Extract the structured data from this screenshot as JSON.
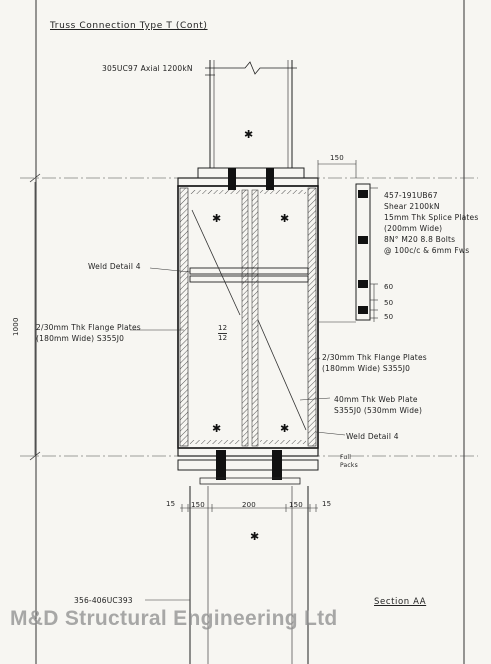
{
  "title": "Truss Connection Type T (Cont)",
  "top_column": "305UC97 Axial 1200kN",
  "bottom_column": "356-406UC393",
  "splice_note": [
    "457-191UB67",
    "Shear 2100kN",
    "15mm Thk Splice Plates",
    "(200mm Wide)",
    "8N° M20 8.8 Bolts",
    "@ 100c/c & 6mm Fws"
  ],
  "weld_detail_left": "Weld Detail 4",
  "weld_detail_right": "Weld Detail 4",
  "left_flange": [
    "2/30mm Thk Flange Plates",
    "(180mm Wide) S355J0"
  ],
  "right_flange": [
    "2/30mm Thk Flange Plates",
    "(180mm Wide) S355J0"
  ],
  "web_plate": [
    "40mm Thk Web Plate",
    "S355J0 (530mm Wide)"
  ],
  "full_packs": [
    "Full",
    "Packs"
  ],
  "dims": {
    "top_150": "150",
    "height_1000": "1000",
    "bolt_60": "60",
    "bolt_50a": "50",
    "bolt_50b": "50",
    "bottom_15a": "15",
    "bottom_150a": "150",
    "bottom_200": "200",
    "bottom_150b": "150",
    "bottom_15b": "15",
    "plate_ratio": [
      "12",
      "12"
    ]
  },
  "section_label": "Section AA",
  "watermark": "M&D Structural Engineering Ltd"
}
